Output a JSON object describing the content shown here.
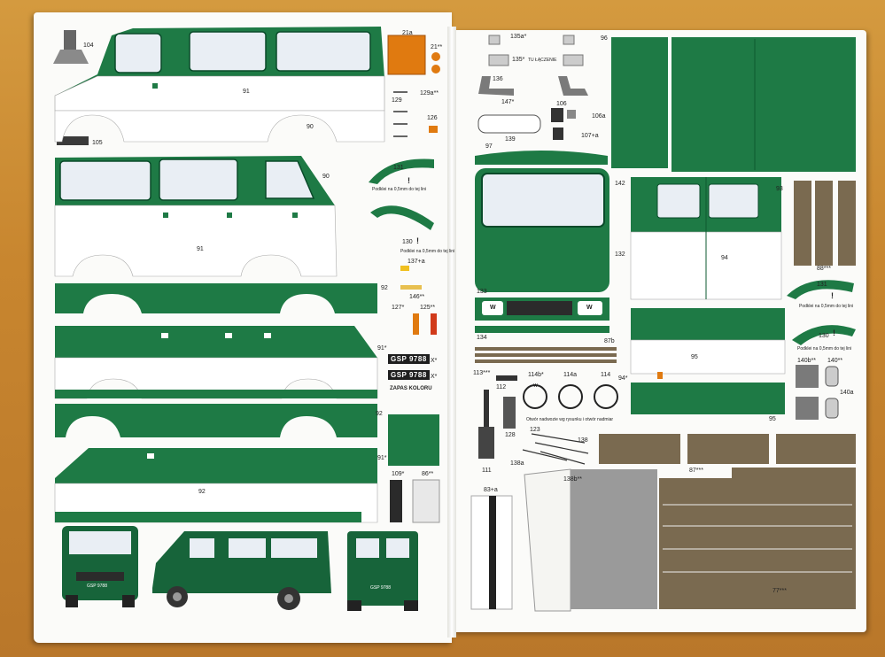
{
  "colors": {
    "green": "#1e7a45",
    "dark_green": "#17643a",
    "white": "#ffffff",
    "table": "#c8842e",
    "glass": "#e9eef4",
    "brown": "#7a6a50",
    "grey": "#9a9a9a",
    "orange": "#e07a10"
  },
  "left_page": {
    "part_104": "104",
    "part_105": "105",
    "part_91_top": "91",
    "part_90_top": "90",
    "part_90_mid": "90",
    "part_91_mid": "91",
    "part_92_a": "92",
    "part_91star_a": "91*",
    "part_92_b": "92",
    "part_91star_b": "91*",
    "part_92_c": "92",
    "part_21a": "21a",
    "part_21": "21**",
    "part_129": "129",
    "part_129a": "129a**",
    "part_126": "126",
    "part_131": "131",
    "warn_131": "!",
    "note_131": "Podklei na 0,5mm do tej lini",
    "part_130": "130",
    "warn_130": "!",
    "note_130": "Podklei na 0,5mm do tej lini",
    "part_137a": "137+a",
    "part_146": "146**",
    "part_127": "127*",
    "part_125": "125**",
    "plate_1": "GSP 9788",
    "plate_1_tag": "X*",
    "plate_2": "GSP 9788",
    "plate_2_tag": "X*",
    "zapas": "ZAPAS KOLORU",
    "part_109": "109*",
    "part_86": "86**",
    "front_plate": "GSP 9788",
    "rear_plate": "GSP 9788"
  },
  "right_page": {
    "part_135a": "135a*",
    "part_135": "135*",
    "tu_laczenie": "TU ŁĄCZENIE",
    "part_136": "136",
    "part_147": "147*",
    "part_106": "106",
    "part_106a": "106a",
    "part_107a": "107+a",
    "part_139": "139",
    "part_96": "96",
    "part_97": "97",
    "part_142": "142",
    "part_93": "93",
    "part_132": "132",
    "part_94": "94",
    "part_88": "88***",
    "part_131": "131",
    "warn_131": "!",
    "note_131": "Podklei na 0,5mm do tej lini",
    "part_133": "133",
    "part_130": "130",
    "warn_130": "!",
    "note_130": "Podklei na 0,5mm do tej lini",
    "part_134": "134",
    "part_87b": "87b",
    "part_95": "95",
    "part_95b": "95",
    "part_140b": "140b**",
    "part_140": "140**",
    "part_140a": "140a",
    "part_113": "113***",
    "part_112": "112",
    "part_114b": "114b*",
    "part_114a": "114a",
    "part_114": "114",
    "part_94star": "94*",
    "wheel_w": "W",
    "note_cut": "Otwór nadwozie wg rysunku i otwór nadmiar",
    "part_123": "123",
    "part_138": "138",
    "part_111": "111",
    "part_128": "128",
    "part_138a": "138a",
    "part_138b": "138b**",
    "part_87": "87***",
    "part_83a": "83+a",
    "part_77": "77***",
    "grille_w1": "W",
    "grille_w2": "W"
  }
}
